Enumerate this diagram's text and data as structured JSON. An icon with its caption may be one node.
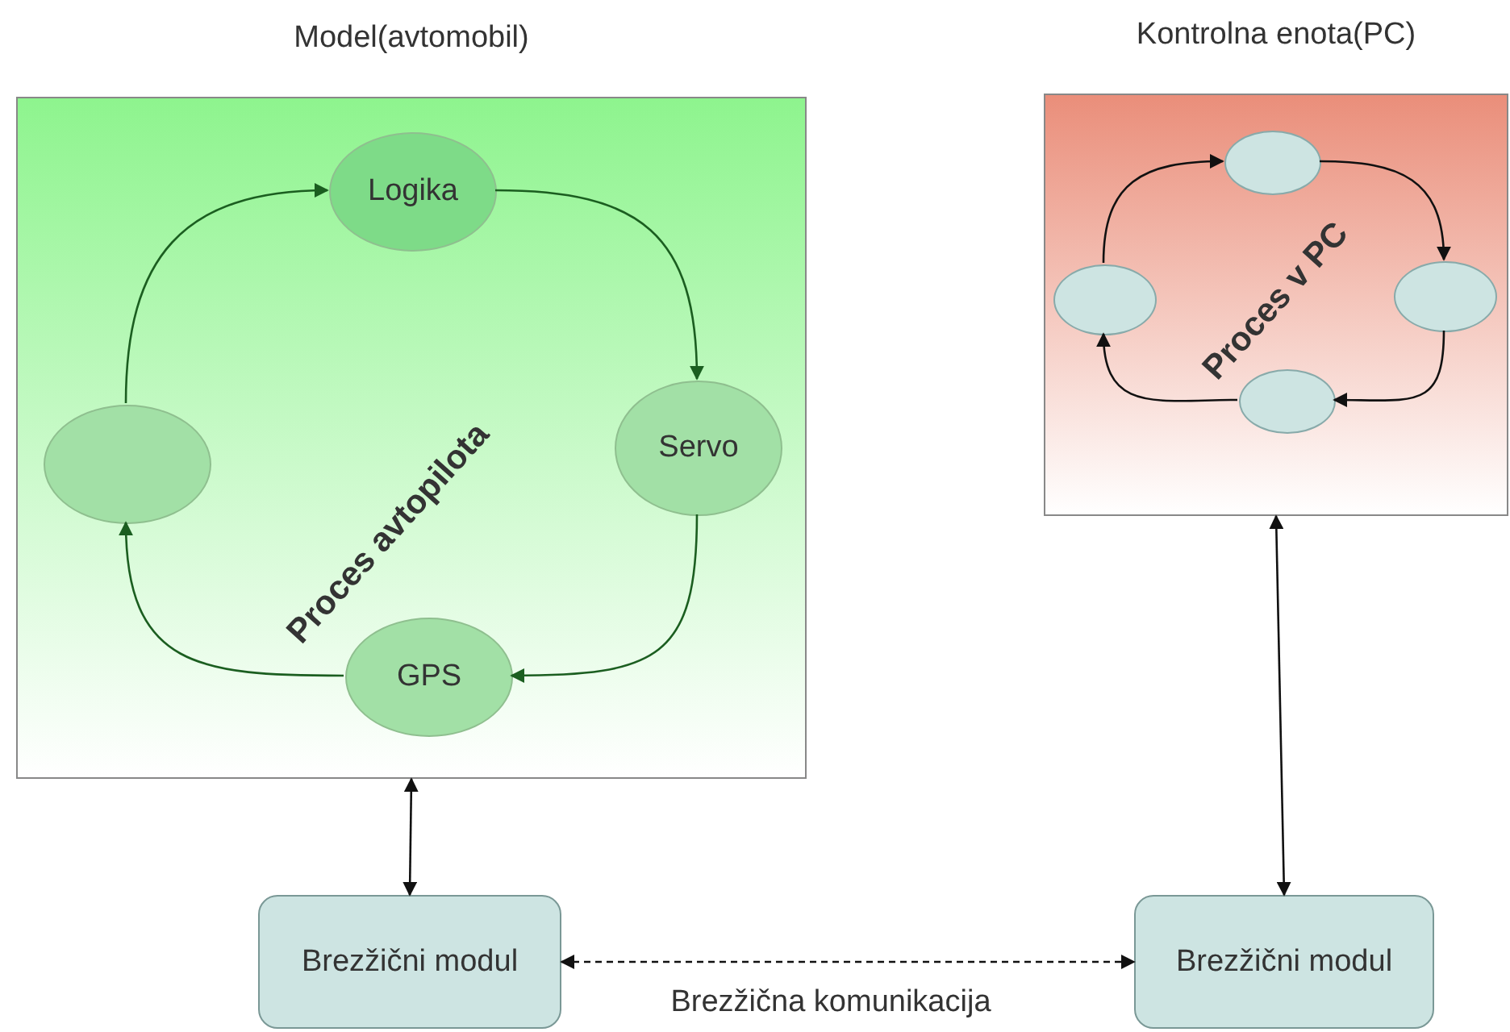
{
  "diagram": {
    "nodes": [
      {
        "text": [
          "Model(avtomobil)",
          "Proces avtopilota"
        ]
      },
      {
        "text": [
          "Logika"
        ],
        "in": 0
      },
      {
        "text": [
          "Servo"
        ],
        "in": 0
      },
      {
        "text": [
          "GPS"
        ],
        "in": 0
      },
      {
        "text": [],
        "shape": "circle",
        "in": 0
      },
      {
        "text": [
          "Kontrolna enota(PC)",
          "Proces v PC"
        ]
      },
      {
        "text": [],
        "shape": "circle",
        "in": 5
      },
      {
        "text": [],
        "shape": "circle",
        "in": 5
      },
      {
        "text": [],
        "shape": "circle",
        "in": 5
      },
      {
        "text": [],
        "shape": "circle",
        "in": 5
      },
      {
        "text": [
          "Brezžični modul"
        ]
      },
      {
        "text": [
          "Brezžični modul"
        ]
      }
    ],
    "edges": [
      {
        "from": 4,
        "to": 1,
        "arrow": "to",
        "color": "#1b5e20"
      },
      {
        "from": 1,
        "to": 2,
        "arrow": "to",
        "color": "#1b5e20"
      },
      {
        "from": 2,
        "to": 3,
        "arrow": "to",
        "color": "#1b5e20"
      },
      {
        "from": 3,
        "to": 4,
        "arrow": "to",
        "color": "#1b5e20"
      },
      {
        "from": 6,
        "to": 7,
        "arrow": "to"
      },
      {
        "from": 7,
        "to": 9,
        "arrow": "to"
      },
      {
        "from": 9,
        "to": 8,
        "arrow": "to"
      },
      {
        "from": 8,
        "to": 6,
        "arrow": "to"
      },
      {
        "from": 0,
        "to": 10,
        "arrow": "both"
      },
      {
        "from": 5,
        "to": 11,
        "arrow": "both"
      },
      {
        "from": 10,
        "to": 11,
        "arrow": "both",
        "style": "dashed",
        "label": "Brezžična komunikacija"
      }
    ]
  }
}
